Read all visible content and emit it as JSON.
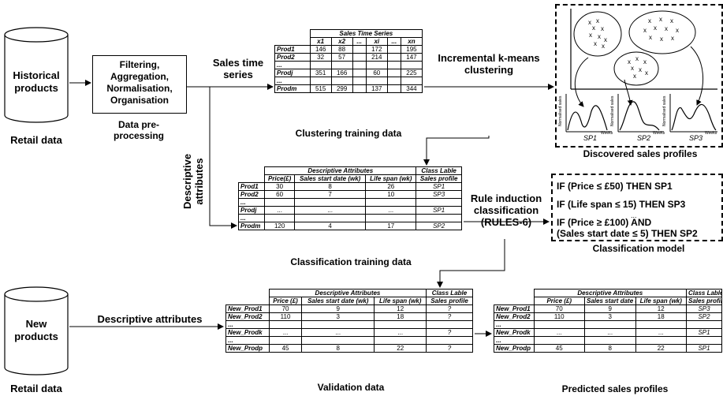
{
  "historical": {
    "title": "Historical products",
    "caption": "Retail data"
  },
  "new_products": {
    "title": "New products",
    "caption": "Retail data"
  },
  "preprocess": {
    "box": "Filtering, Aggregation, Normalisation, Organisation",
    "caption": "Data pre-processing"
  },
  "labels": {
    "sales_ts": "Sales time series",
    "descriptive": "Descriptive attributes",
    "kmeans": "Incremental k-means clustering",
    "rules": "Rule induction classification (RULES-6)",
    "new_desc": "Descriptive attributes"
  },
  "clustering_table": {
    "caption": "Clustering training data",
    "header": "Sales Time Series",
    "cols": [
      "x1",
      "x2",
      "...",
      "xi",
      "...",
      "xn"
    ],
    "rows": [
      {
        "name": "Prod1",
        "cells": [
          "146",
          "88",
          "",
          "172",
          "",
          "195"
        ]
      },
      {
        "name": "Prod2",
        "cells": [
          "32",
          "57",
          "",
          "214",
          "",
          "147"
        ]
      },
      {
        "name": "...",
        "cells": [
          "",
          "",
          "",
          "",
          "",
          ""
        ]
      },
      {
        "name": "Prodj",
        "cells": [
          "351",
          "166",
          "",
          "60",
          "",
          "225"
        ]
      },
      {
        "name": "...",
        "cells": [
          "",
          "",
          "",
          "",
          "",
          ""
        ]
      },
      {
        "name": "Prodm",
        "cells": [
          "515",
          "299",
          "",
          "137",
          "",
          "344"
        ]
      }
    ]
  },
  "profiles": {
    "caption": "Discovered sales profiles",
    "sp_labels": [
      "SP1",
      "SP2",
      "SP3"
    ],
    "ylabels": [
      "Normalised sales",
      "Normalised sales",
      "Normalised sales"
    ],
    "xlabel": "Weeks"
  },
  "classification_table": {
    "caption": "Classification training data",
    "group1": "Descriptive Attributes",
    "group2": "Class Lable",
    "cols": [
      "Price(£)",
      "Sales start date (wk)",
      "Life span (wk)",
      "Sales profile"
    ],
    "rows": [
      {
        "name": "Prod1",
        "cells": [
          "30",
          "8",
          "26",
          "SP1"
        ]
      },
      {
        "name": "Prod2",
        "cells": [
          "60",
          "7",
          "10",
          "SP3"
        ]
      },
      {
        "name": "...",
        "cells": [
          "",
          "",
          "",
          ""
        ]
      },
      {
        "name": "Prodj",
        "cells": [
          "...",
          "...",
          "...",
          "SP1"
        ]
      },
      {
        "name": "...",
        "cells": [
          "",
          "",
          "",
          ""
        ]
      },
      {
        "name": "Prodm",
        "cells": [
          "120",
          "4",
          "17",
          "SP2"
        ]
      }
    ]
  },
  "model": {
    "caption": "Classification model",
    "rule1": "IF (Price ≤ £50) THEN SP1",
    "rule2": "IF (Life span ≤ 15) THEN SP3",
    "dots": "...",
    "rule3a": "IF (Price ≥ £100) AND",
    "rule3b": "(Sales start date ≤ 5) THEN SP2"
  },
  "validation_table": {
    "caption": "Validation data",
    "group1": "Descriptive Attributes",
    "group2": "Class Lable",
    "cols": [
      "Price (£)",
      "Sales start date (wk)",
      "Life span (wk)",
      "Sales profile"
    ],
    "rows": [
      {
        "name": "New_Prod1",
        "cells": [
          "70",
          "9",
          "12",
          "?"
        ]
      },
      {
        "name": "New_Prod2",
        "cells": [
          "110",
          "3",
          "18",
          "?"
        ]
      },
      {
        "name": "...",
        "cells": [
          "",
          "",
          "",
          ""
        ]
      },
      {
        "name": "New_Prodk",
        "cells": [
          "...",
          "...",
          "...",
          "?"
        ]
      },
      {
        "name": "...",
        "cells": [
          "",
          "",
          "",
          ""
        ]
      },
      {
        "name": "New_Prodp",
        "cells": [
          "45",
          "8",
          "22",
          "?"
        ]
      }
    ]
  },
  "predicted_table": {
    "caption": "Predicted sales profiles",
    "group1": "Descriptive Attributes",
    "group2": "Class Lable",
    "cols": [
      "Price (£)",
      "Sales start date (wk)",
      "Life span (wk)",
      "Sales profile"
    ],
    "rows": [
      {
        "name": "New_Prod1",
        "cells": [
          "70",
          "9",
          "12",
          "SP3"
        ]
      },
      {
        "name": "New_Prod2",
        "cells": [
          "110",
          "3",
          "18",
          "SP2"
        ]
      },
      {
        "name": "...",
        "cells": [
          "",
          "",
          "",
          ""
        ]
      },
      {
        "name": "New_Prodk",
        "cells": [
          "...",
          "...",
          "...",
          "SP1"
        ]
      },
      {
        "name": "...",
        "cells": [
          "",
          "",
          "",
          ""
        ]
      },
      {
        "name": "New_Prodp",
        "cells": [
          "45",
          "8",
          "22",
          "SP1"
        ]
      }
    ]
  }
}
